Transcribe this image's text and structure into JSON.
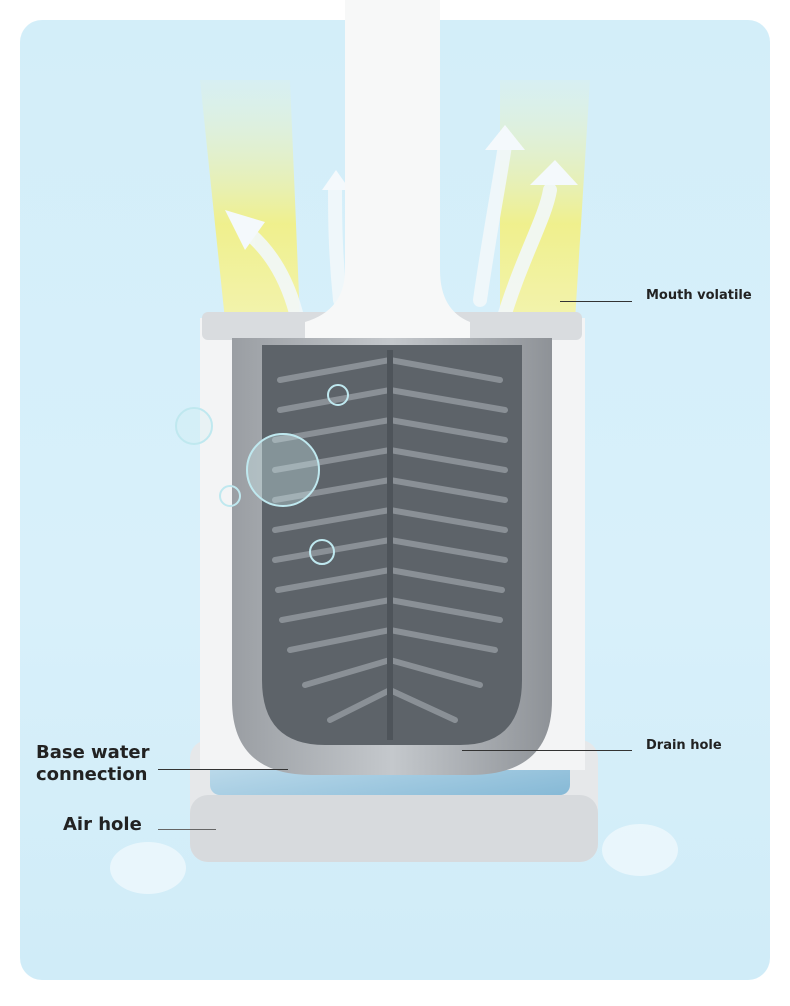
{
  "callouts": {
    "mouth_volatile": "Mouth volatile",
    "drain_hole": "Drain hole",
    "base_water_connection_line1": "Base water",
    "base_water_connection_line2": "connection",
    "air_hole": "Air hole"
  },
  "colors": {
    "background_panel": "#d3eef9",
    "brush_gray": "#6f757b",
    "airflow_yellow": "#f3ef7a"
  }
}
